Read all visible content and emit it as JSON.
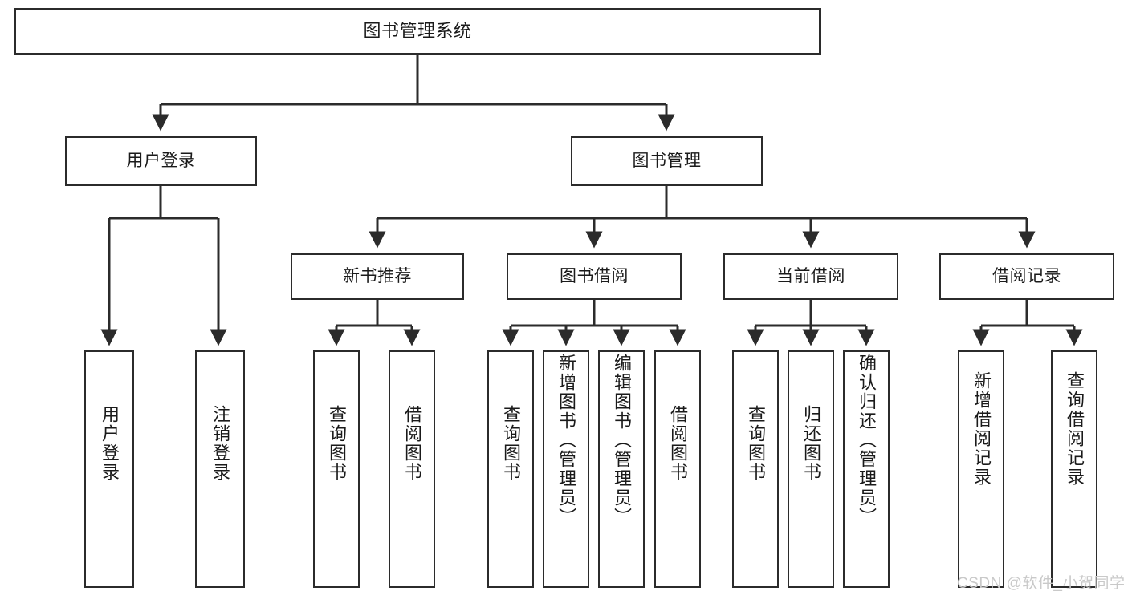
{
  "diagram": {
    "title": "图书管理系统",
    "type": "hierarchy-tree",
    "orientation": "top-down",
    "colors": {
      "box_border": "#2b2b2b",
      "box_fill": "#ffffff",
      "edge": "#2b2b2b",
      "text": "#1a1a1a",
      "watermark": "#c9c9c9",
      "background": "#ffffff"
    },
    "levels": [
      {
        "level": 1,
        "nodes": [
          {
            "id": "root",
            "label": "图书管理系统"
          }
        ]
      },
      {
        "level": 2,
        "nodes": [
          {
            "id": "login",
            "label": "用户登录"
          },
          {
            "id": "bookmgmt",
            "label": "图书管理"
          }
        ]
      },
      {
        "level": 3,
        "nodes": [
          {
            "id": "newbook",
            "label": "新书推荐"
          },
          {
            "id": "borrow",
            "label": "图书借阅"
          },
          {
            "id": "current",
            "label": "当前借阅"
          },
          {
            "id": "records",
            "label": "借阅记录"
          }
        ]
      },
      {
        "level": 4,
        "nodes": [
          {
            "id": "leaf-user-login",
            "label": "用户登录",
            "parent": "login"
          },
          {
            "id": "leaf-logout",
            "label": "注销登录",
            "parent": "login"
          },
          {
            "id": "leaf-query-book-1",
            "label": "查询图书",
            "parent": "newbook"
          },
          {
            "id": "leaf-borrow-book-1",
            "label": "借阅图书",
            "parent": "newbook"
          },
          {
            "id": "leaf-query-book-2",
            "label": "查询图书",
            "parent": "borrow"
          },
          {
            "id": "leaf-add-book",
            "label": "新增图书（管理员）",
            "parent": "borrow"
          },
          {
            "id": "leaf-edit-book",
            "label": "编辑图书（管理员）",
            "parent": "borrow"
          },
          {
            "id": "leaf-borrow-book-2",
            "label": "借阅图书",
            "parent": "borrow"
          },
          {
            "id": "leaf-query-book-3",
            "label": "查询图书",
            "parent": "current"
          },
          {
            "id": "leaf-return-book",
            "label": "归还图书",
            "parent": "current"
          },
          {
            "id": "leaf-confirm-return",
            "label": "确认归还（管理员）",
            "parent": "current"
          },
          {
            "id": "leaf-add-record",
            "label": "新增借阅记录",
            "parent": "records"
          },
          {
            "id": "leaf-query-record",
            "label": "查询借阅记录",
            "parent": "records"
          }
        ]
      }
    ]
  },
  "watermark": {
    "text": "CSDN @软件_小贺同学"
  }
}
